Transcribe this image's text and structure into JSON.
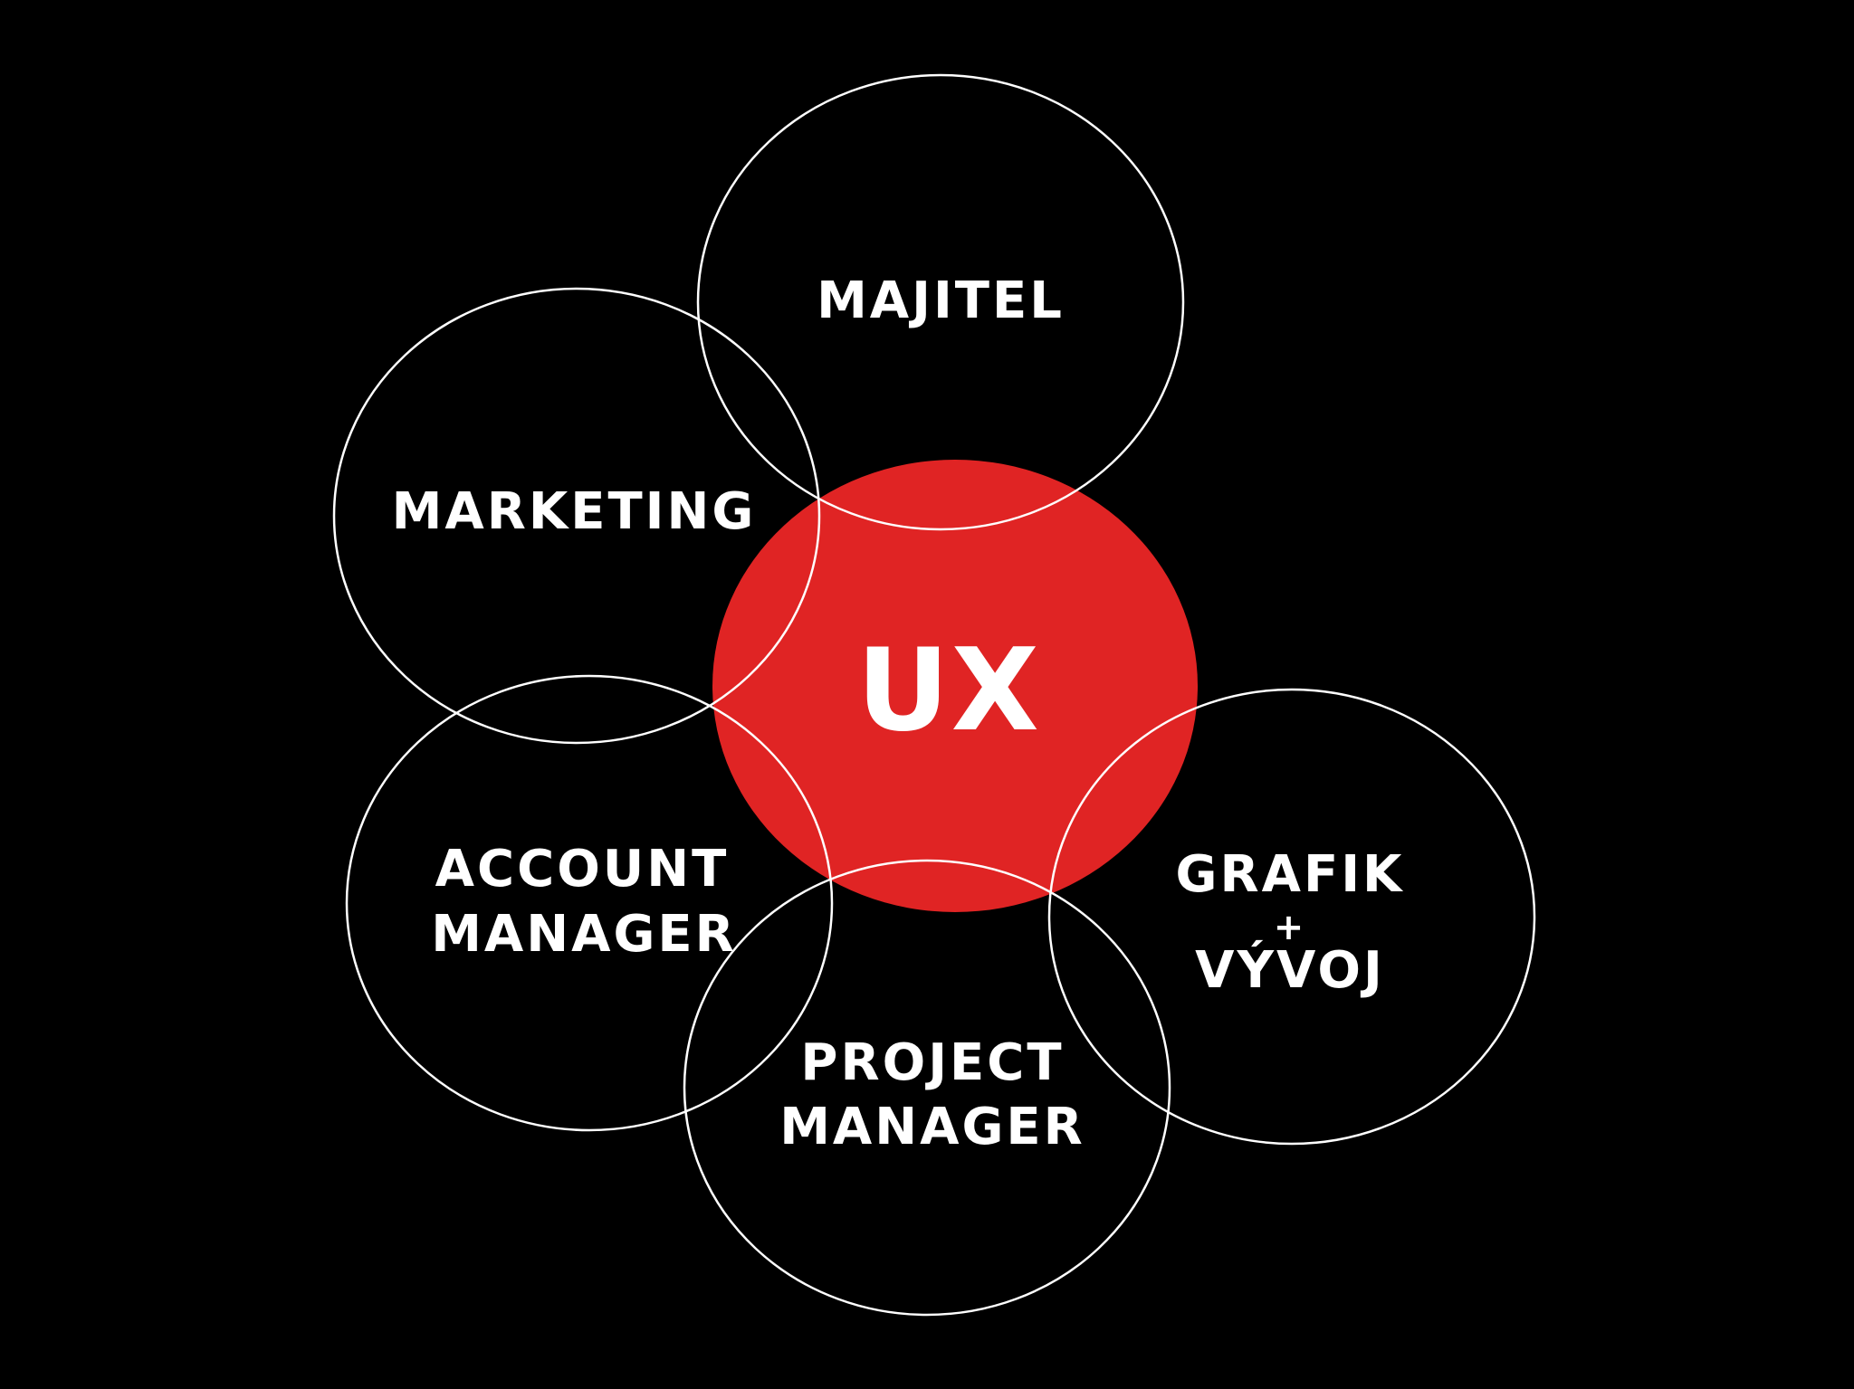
{
  "diagram": {
    "center": {
      "label": "UX",
      "fill_color": "#e02424"
    },
    "roles": {
      "owner": "MAJITEL",
      "marketing": "MARKETING",
      "account_manager": [
        "ACCOUNT",
        "MANAGER"
      ],
      "project_manager": [
        "PROJECT",
        "MANAGER"
      ],
      "designer_dev": [
        "GRAFIK",
        "+",
        "VÝVOJ"
      ]
    },
    "colors": {
      "background": "#000000",
      "outline": "#ffffff",
      "text": "#ffffff"
    }
  }
}
